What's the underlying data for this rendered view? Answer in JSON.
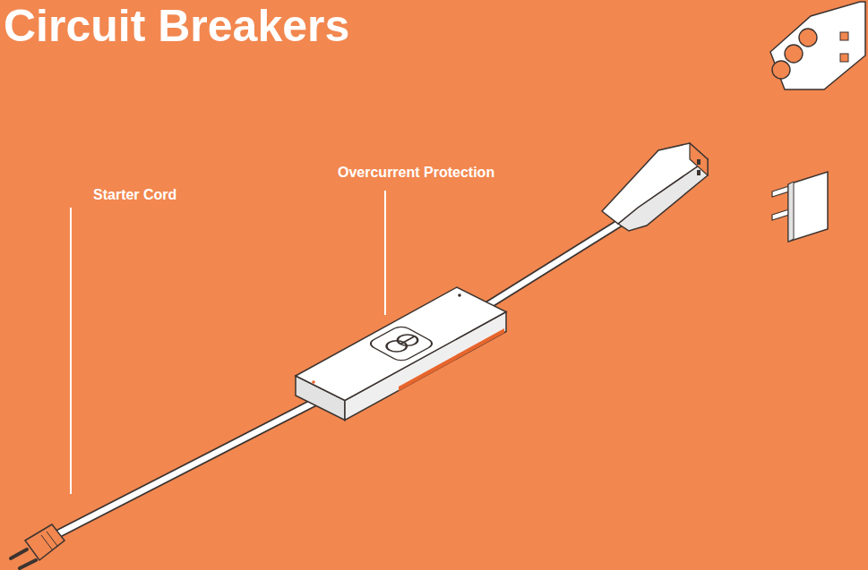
{
  "diagram": {
    "title": "Circuit Breakers",
    "labels": [
      "Overcurrent Protection",
      "Starter Cord"
    ]
  }
}
